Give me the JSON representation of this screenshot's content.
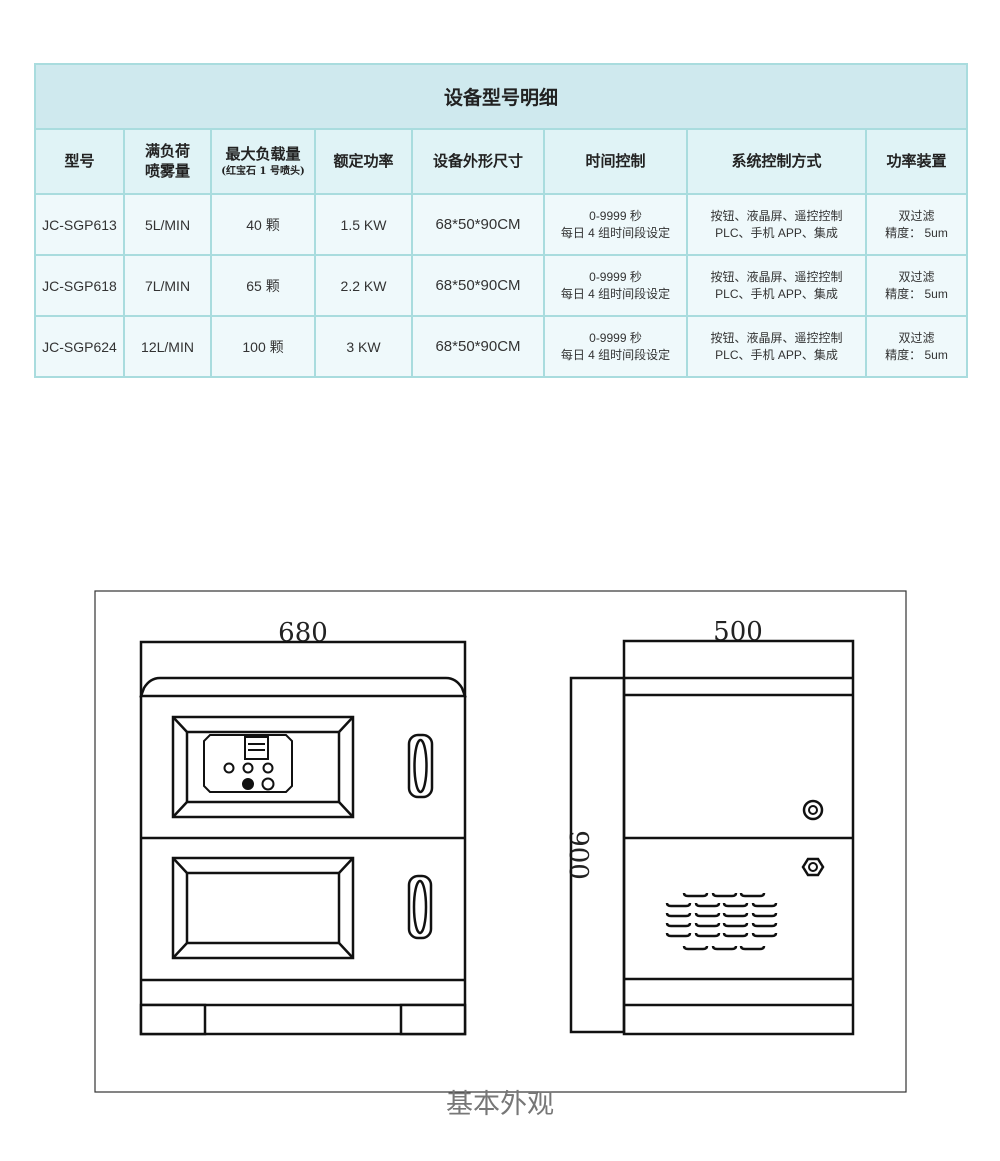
{
  "table": {
    "title": "设备型号明细",
    "headers": [
      {
        "label": "型号"
      },
      {
        "label": "满负荷",
        "label2": "喷雾量"
      },
      {
        "label": "最大负载量",
        "sub": "(红宝石 1 号喷头)"
      },
      {
        "label": "额定功率"
      },
      {
        "label": "设备外形尺寸"
      },
      {
        "label": "时间控制"
      },
      {
        "label": "系统控制方式"
      },
      {
        "label": "功率装置"
      }
    ],
    "rows": [
      {
        "model": "JC-SGP613",
        "spray": "5L/MIN",
        "load": "40 颗",
        "power": "1.5 KW",
        "size": "68*50*90CM",
        "time1": "0-9999 秒",
        "time2": "每日 4 组时间段设定",
        "ctrl1": "按钮、液晶屏、遥控控制",
        "ctrl2": "PLC、手机 APP、集成",
        "dev1": "双过滤",
        "dev2": "精度：  5um"
      },
      {
        "model": "JC-SGP618",
        "spray": "7L/MIN",
        "load": "65 颗",
        "power": "2.2 KW",
        "size": "68*50*90CM",
        "time1": "0-9999 秒",
        "time2": "每日 4 组时间段设定",
        "ctrl1": "按钮、液晶屏、遥控控制",
        "ctrl2": "PLC、手机 APP、集成",
        "dev1": "双过滤",
        "dev2": "精度：  5um"
      },
      {
        "model": "JC-SGP624",
        "spray": "12L/MIN",
        "load": "100 颗",
        "power": "3 KW",
        "size": "68*50*90CM",
        "time1": "0-9999 秒",
        "time2": "每日 4 组时间段设定",
        "ctrl1": "按钮、液晶屏、遥控控制",
        "ctrl2": "PLC、手机 APP、集成",
        "dev1": "双过滤",
        "dev2": "精度：  5um"
      }
    ]
  },
  "drawing": {
    "width_label": "680",
    "depth_label": "500",
    "height_label": "900",
    "caption": "基本外观"
  }
}
